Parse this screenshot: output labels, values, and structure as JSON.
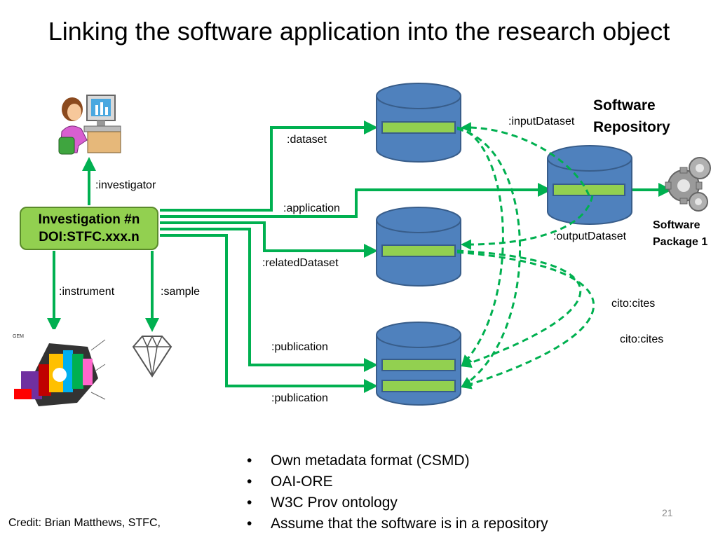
{
  "title": "Linking the software application into the research object",
  "investigation": {
    "line1": "Investigation #n",
    "line2": "DOI:STFC.xxx.n"
  },
  "links": {
    "investigator": ":investigator",
    "instrument": ":instrument",
    "sample": ":sample",
    "dataset": ":dataset",
    "application": ":application",
    "related_dataset": ":relatedDataset",
    "publication_1": ":publication",
    "publication_2": ":publication",
    "input_dataset": ":inputDataset",
    "output_dataset": ":outputDataset",
    "cites_1": "cito:cites",
    "cites_2": "cito:cites"
  },
  "software_repository": {
    "line1": "Software",
    "line2": "Repository"
  },
  "software_package": {
    "line1": "Software",
    "line2": "Package 1"
  },
  "bullets": [
    "Own metadata format (CSMD)",
    "OAI-ORE",
    "W3C Prov ontology",
    "Assume that the software is in a repository"
  ],
  "credit": "Credit: Brian Matthews, STFC,",
  "page_number": "21",
  "icons": {
    "investigator": "person-at-computer-icon",
    "instrument": "detector-icon",
    "sample": "diamond-icon",
    "package": "gears-icon",
    "repository": "database-cylinder-icon"
  },
  "colors": {
    "link_green": "#00b050",
    "box_green": "#92d050",
    "cylinder_blue": "#4f81bd",
    "cylinder_outline": "#385d8a"
  }
}
